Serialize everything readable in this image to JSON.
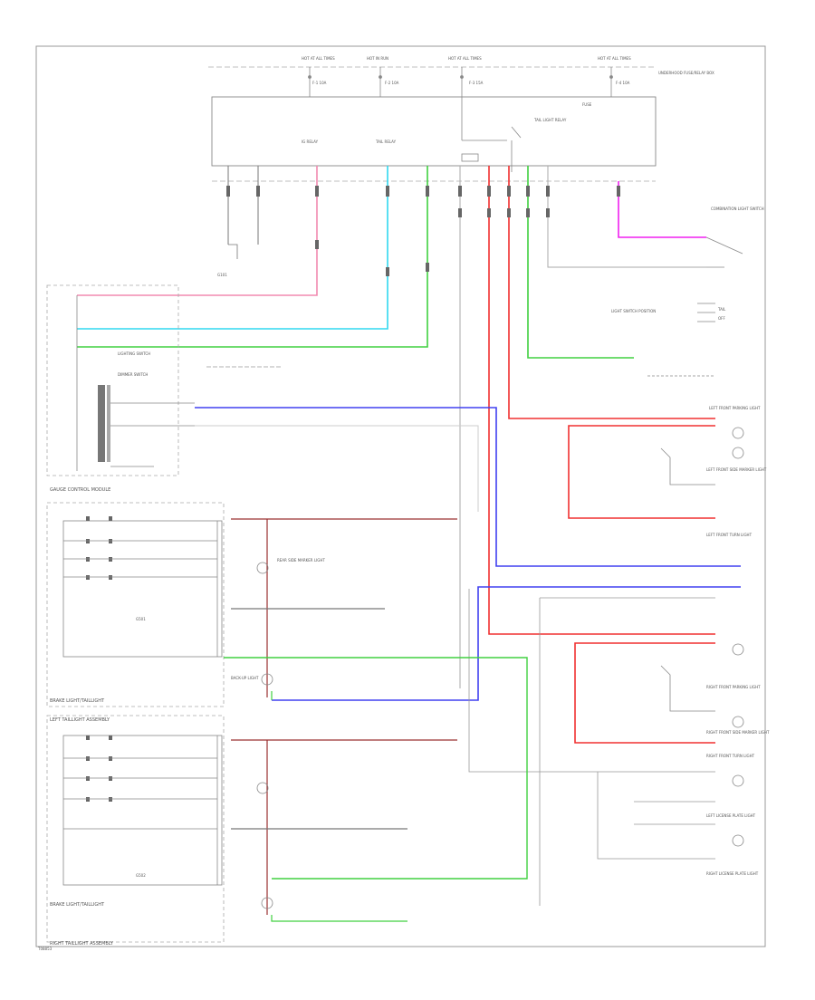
{
  "top_fuses": [
    "HOT AT ALL TIMES",
    "HOT IN RUN",
    "HOT AT ALL TIMES",
    "HOT AT ALL TIMES"
  ],
  "top_fuse_sub": [
    "F-1 10A",
    "F-2 10A",
    "F-3 15A",
    "F-4 10A"
  ],
  "module_label": "UNDERHOOD FUSE/RELAY BOX",
  "module_inner": [
    "IG RELAY",
    "TAIL RELAY",
    "TAIL LIGHT RELAY",
    "FUSE"
  ],
  "left_block": [
    "GAUGE CONTROL MODULE",
    "DIMMER SWITCH"
  ],
  "left_block_label": "GAUGE CONTROL MODULE",
  "combo_label": "LIGHTING SWITCH",
  "right_labels": [
    "COMBINATION LIGHT SWITCH",
    "LIGHT SWITCH POSITION",
    "TAIL",
    "OFF",
    "LEFT FRONT PARKING LIGHT",
    "LEFT FRONT SIDE MARKER LIGHT",
    "LEFT FRONT TURN LIGHT",
    "RIGHT FRONT PARKING LIGHT",
    "RIGHT FRONT SIDE MARKER LIGHT",
    "RIGHT FRONT TURN LIGHT",
    "LEFT LICENSE PLATE LIGHT",
    "RIGHT LICENSE PLATE LIGHT"
  ],
  "tail_top_label": "BRAKE LIGHT/TAILLIGHT",
  "tail_bottom_label": "BRAKE LIGHT/TAILLIGHT",
  "tail_top_caption": "LEFT TAILLIGHT ASSEMBLY",
  "tail_bottom_caption": "RIGHT TAILLIGHT ASSEMBLY",
  "tail_inner": [
    "REAR SIDE MARKER LIGHT",
    "BACK-UP LIGHT",
    "G501",
    "G502"
  ],
  "footer_code": "T08853",
  "colors": {
    "red": "#f03030",
    "pink": "#f28ab0",
    "cyan": "#30d8f0",
    "green": "#40d040",
    "blue": "#4040f0",
    "magenta": "#f020f0",
    "dark": "#9a3030",
    "gray": "#888888",
    "frame": "#999999"
  }
}
